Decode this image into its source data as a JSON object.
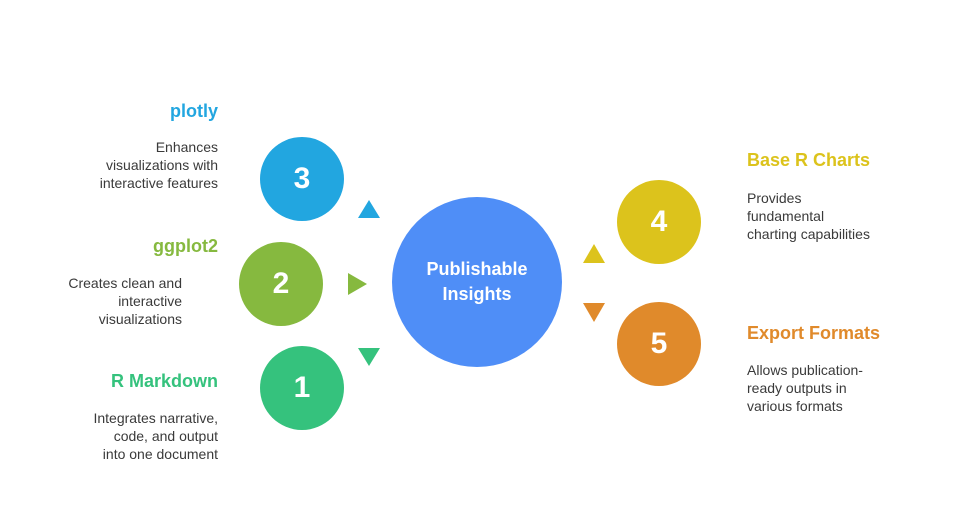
{
  "center": {
    "line1": "Publishable",
    "line2": "Insights",
    "color": "#4f8ef7"
  },
  "items": [
    {
      "number": "1",
      "title": "R Markdown",
      "description": "Integrates narrative,\ncode, and output\ninto one document",
      "color": "#35c27d"
    },
    {
      "number": "2",
      "title": "ggplot2",
      "description": "Creates clean and\ninteractive\nvisualizations",
      "color": "#86b93f"
    },
    {
      "number": "3",
      "title": "plotly",
      "description": "Enhances\nvisualizations with\ninteractive features",
      "color": "#22a6e0"
    },
    {
      "number": "4",
      "title": "Base R Charts",
      "description": "Provides\nfundamental\ncharting capabilities",
      "color": "#dcc31c"
    },
    {
      "number": "5",
      "title": "Export Formats",
      "description": "Allows publication-\nready outputs in\nvarious formats",
      "color": "#e08a2b"
    }
  ]
}
